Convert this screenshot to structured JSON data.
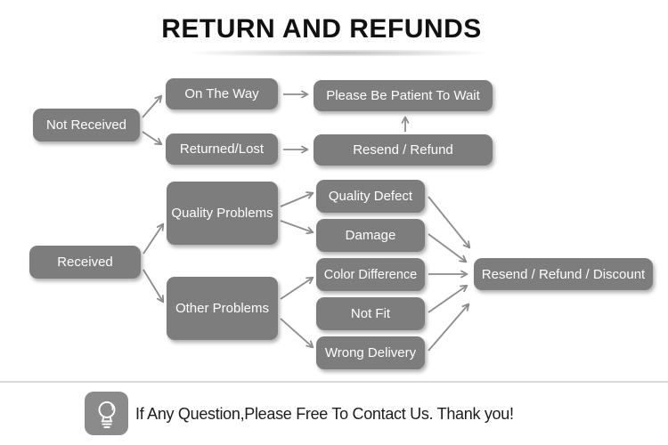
{
  "title": "RETURN AND REFUNDS",
  "flow": {
    "nodes": {
      "not_received": "Not Received",
      "on_the_way": "On The Way",
      "returned_lost": "Returned/Lost",
      "please_wait": "Please Be Patient To Wait",
      "resend_refund": "Resend / Refund",
      "received": "Received",
      "quality_problems": "Quality Problems",
      "other_problems": "Other Problems",
      "quality_defect": "Quality Defect",
      "damage": "Damage",
      "color_difference": "Color Difference",
      "not_fit": "Not Fit",
      "wrong_delivery": "Wrong Delivery",
      "rrd": "Resend / Refund / Discount"
    },
    "edges": [
      {
        "from": "not_received",
        "to": "on_the_way"
      },
      {
        "from": "not_received",
        "to": "returned_lost"
      },
      {
        "from": "on_the_way",
        "to": "please_wait"
      },
      {
        "from": "returned_lost",
        "to": "resend_refund"
      },
      {
        "from": "resend_refund",
        "to": "please_wait"
      },
      {
        "from": "received",
        "to": "quality_problems"
      },
      {
        "from": "received",
        "to": "other_problems"
      },
      {
        "from": "quality_problems",
        "to": "quality_defect"
      },
      {
        "from": "quality_problems",
        "to": "damage"
      },
      {
        "from": "other_problems",
        "to": "color_difference"
      },
      {
        "from": "other_problems",
        "to": "wrong_delivery"
      },
      {
        "from": "quality_defect",
        "to": "rrd"
      },
      {
        "from": "damage",
        "to": "rrd"
      },
      {
        "from": "color_difference",
        "to": "rrd"
      },
      {
        "from": "not_fit",
        "to": "rrd"
      },
      {
        "from": "wrong_delivery",
        "to": "rrd"
      }
    ]
  },
  "footer": {
    "icon": "light-bulb-icon",
    "message": "If Any Question,Please Free To Contact Us. Thank you!"
  },
  "colors": {
    "node_fill": "#7d7d7d",
    "node_text": "#ffffff",
    "arrow": "#8c8c8c",
    "title_text": "#111111",
    "footer_text": "#1c1c1c",
    "icon_fill": "#8b8b8b",
    "divider": "#d9d9d9"
  }
}
